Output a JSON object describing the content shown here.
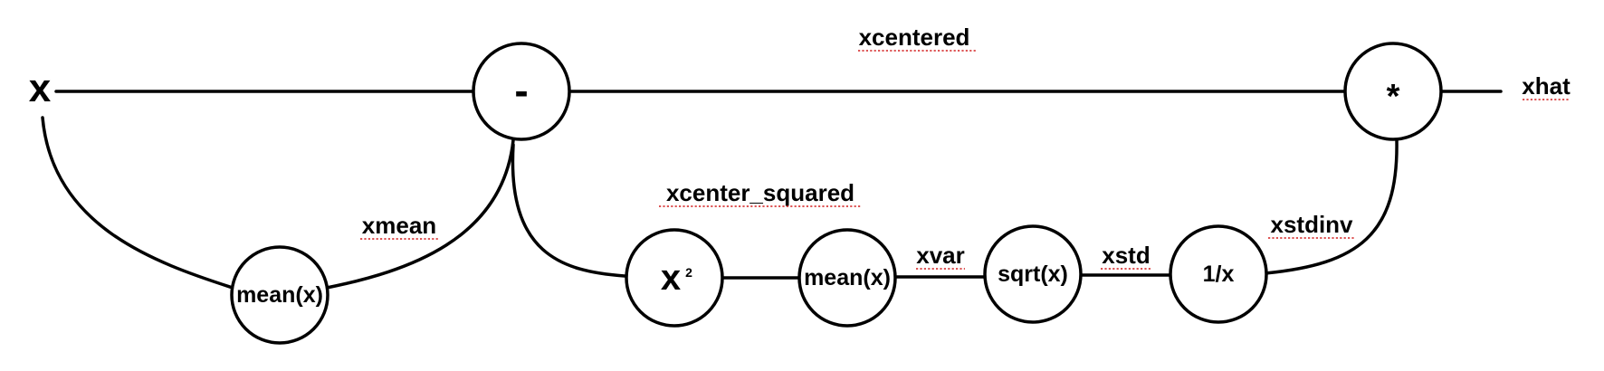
{
  "input_var": "x",
  "ops": {
    "subtract": "-",
    "multiply": "*",
    "mean_1": "mean(x)",
    "square_base": "x",
    "square_exp": "2",
    "mean_2": "mean(x)",
    "sqrt": "sqrt(x)",
    "reciprocal": "1/x"
  },
  "edge_labels": {
    "xcentered": "xcentered",
    "xhat": "xhat",
    "xmean": "xmean",
    "xcenter_squared": "xcenter_squared",
    "xvar": "xvar",
    "xstd": "xstd",
    "xstdinv": "xstdinv"
  }
}
